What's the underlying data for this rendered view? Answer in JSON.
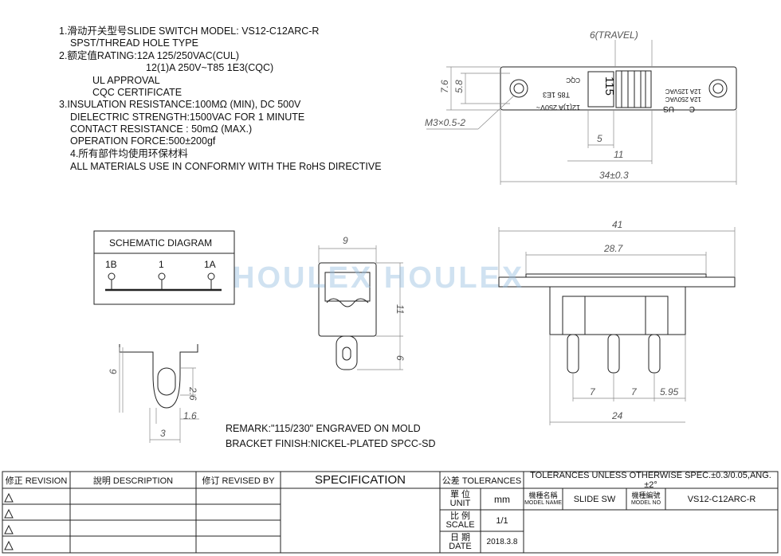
{
  "notes": [
    "1.滑动开关型号SLIDE SWITCH MODEL: VS12-C12ARC-R",
    "SPST/THREAD HOLE TYPE",
    "2.额定值RATING:12A 125/250VAC(CUL)",
    "12(1)A 250V~T85 1E3(CQC)",
    "UL APPROVAL",
    "CQC CERTIFICATE",
    "3.INSULATION RESISTANCE:100MΩ  (MIN), DC 500V",
    "DIELECTRIC STRENGTH:1500VAC FOR 1 MINUTE",
    "CONTACT RESISTANCE : 50mΩ  (MAX.)",
    "OPERATION FORCE:500±200gf",
    "4.所有部件均使用环保材料",
    "ALL MATERIALS USE IN CONFORMIY  WITH  THE RoHS DIRECTIVE"
  ],
  "top_view": {
    "travel": "6(TRAVEL)",
    "dim_7_6": "7.6",
    "dim_5_8": "5.8",
    "thread": "M3×0.5-2",
    "dim_5": "5",
    "dim_11": "11",
    "dim_34": "34±0.3",
    "engrave_115": "115",
    "body_line1": "12(1)A 250V~",
    "body_line2": "T85 1E3",
    "cqc": "CQC",
    "rating1": "12A 250VAC",
    "rating2": "12A 125VAC",
    "c_mark": "C",
    "us_mark": "US"
  },
  "schematic": {
    "title": "SCHEMATIC DIAGRAM",
    "pins": [
      "1B",
      "1",
      "1A"
    ]
  },
  "side_view": {
    "dim_9": "9",
    "dim_11": "11",
    "dim_6": "6"
  },
  "front_view": {
    "dim_41": "41",
    "dim_28_7": "28.7",
    "pitch1": "7",
    "pitch2": "7",
    "dim_5_95": "5.95",
    "dim_24": "24"
  },
  "terminal_detail": {
    "dim_6": "6",
    "dim_2_6": "2.6",
    "dim_1_6": "1.6",
    "dim_3": "3"
  },
  "remarks": [
    "REMARK:\"115/230\" ENGRAVED ON MOLD",
    "BRACKET FINISH:NICKEL-PLATED SPCC-SD"
  ],
  "watermark": "HOULEX HOULEX",
  "title_block": {
    "revision": "修正 REVISION",
    "description": "說明 DESCRIPTION",
    "revised_by": "修订 REVISED BY",
    "specification": "SPECIFICATION",
    "tolerances_label": "公差 TOLERANCES",
    "tolerances_value": "TOLERANCES UNLESS OTHERWISE SPEC.±0.3/0.05,ANG.±2°",
    "unit_label_cn": "單 位",
    "unit_label": "UNIT",
    "unit_value": "mm",
    "model_name_cn": "機種名稱",
    "model_name_label": "MODEL NAME",
    "model_name_value": "SLIDE SW",
    "model_no_cn": "機種編號",
    "model_no_label": "MODEL NO",
    "model_no_value": "VS12-C12ARC-R",
    "scale_cn": "比 例",
    "scale_label": "SCALE",
    "scale_value": "1/1",
    "date_cn": "日 期",
    "date_label": "DATE",
    "date_value": "2018.3.8"
  }
}
